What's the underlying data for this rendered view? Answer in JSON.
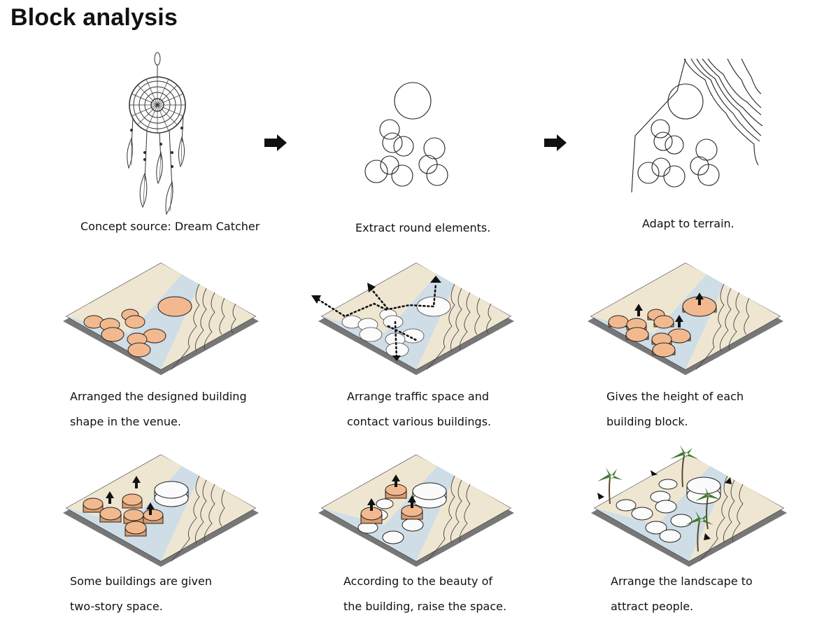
{
  "title": "Block analysis",
  "captions": {
    "concept": "Concept source:  Dream Catcher",
    "extract": "Extract round elements.",
    "terrain": "Adapt to terrain.",
    "arranged": [
      "Arranged the designed building",
      "shape in the venue."
    ],
    "traffic": [
      "Arrange traffic space and",
      "contact various buildings."
    ],
    "height": [
      "Gives the height of each",
      "building block."
    ],
    "twostory": [
      "Some buildings are given",
      "two-story space."
    ],
    "beauty": [
      "According to the beauty of",
      "the building, raise the space."
    ],
    "landscape": [
      "Arrange the landscape to",
      "attract people."
    ]
  },
  "colors": {
    "building": "#f2b98f",
    "water": "#cfdde6",
    "terrain": "#efe6d2",
    "outline": "#222222"
  },
  "icons": [
    "right-arrow-icon",
    "up-arrow-icon",
    "palm-tree-icon",
    "dream-catcher-icon"
  ]
}
